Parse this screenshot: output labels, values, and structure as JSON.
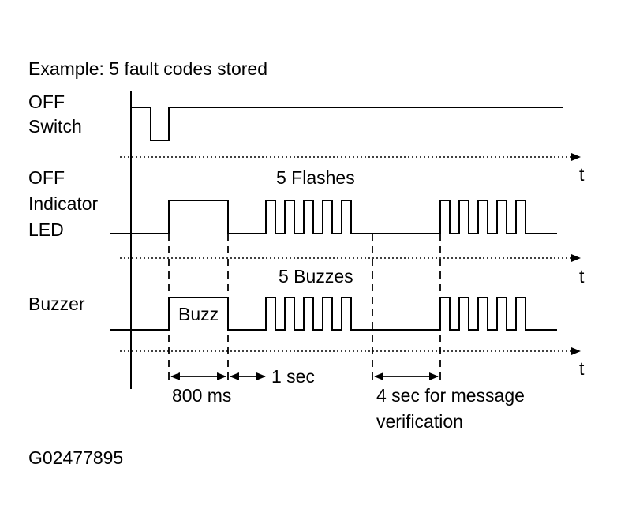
{
  "title": "Example: 5 fault codes stored",
  "signals": {
    "switch_label": [
      "OFF",
      "Switch"
    ],
    "led_label": [
      "OFF",
      "Indicator",
      "LED"
    ],
    "buzzer_label": [
      "Buzzer"
    ]
  },
  "axis_label": "t",
  "annotations": {
    "flashes": "5 Flashes",
    "buzzes": "5 Buzzes",
    "buzz": "Buzz"
  },
  "timing": {
    "ms800": "800 ms",
    "sec1": "1 sec",
    "sec4_line1": "4 sec for message",
    "sec4_line2": "verification"
  },
  "figure_id": "G02477895",
  "pulse_count": 5
}
